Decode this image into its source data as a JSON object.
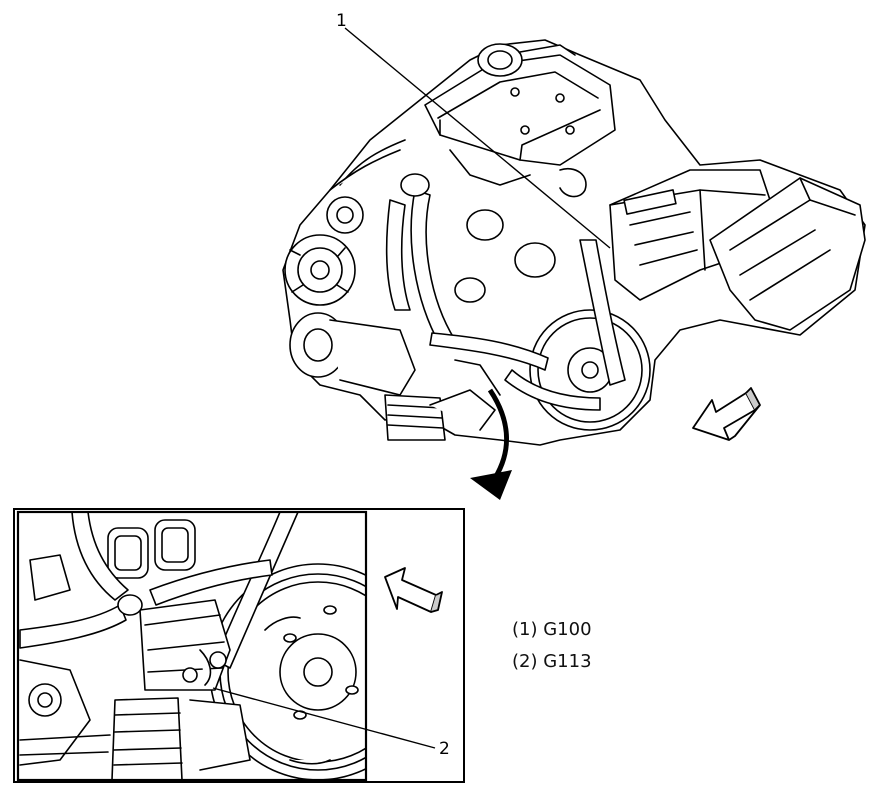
{
  "callouts": [
    {
      "number": "1"
    },
    {
      "number": "2"
    }
  ],
  "legend": [
    {
      "number": "(1)",
      "label": "G100"
    },
    {
      "number": "(2)",
      "label": "G113"
    }
  ]
}
